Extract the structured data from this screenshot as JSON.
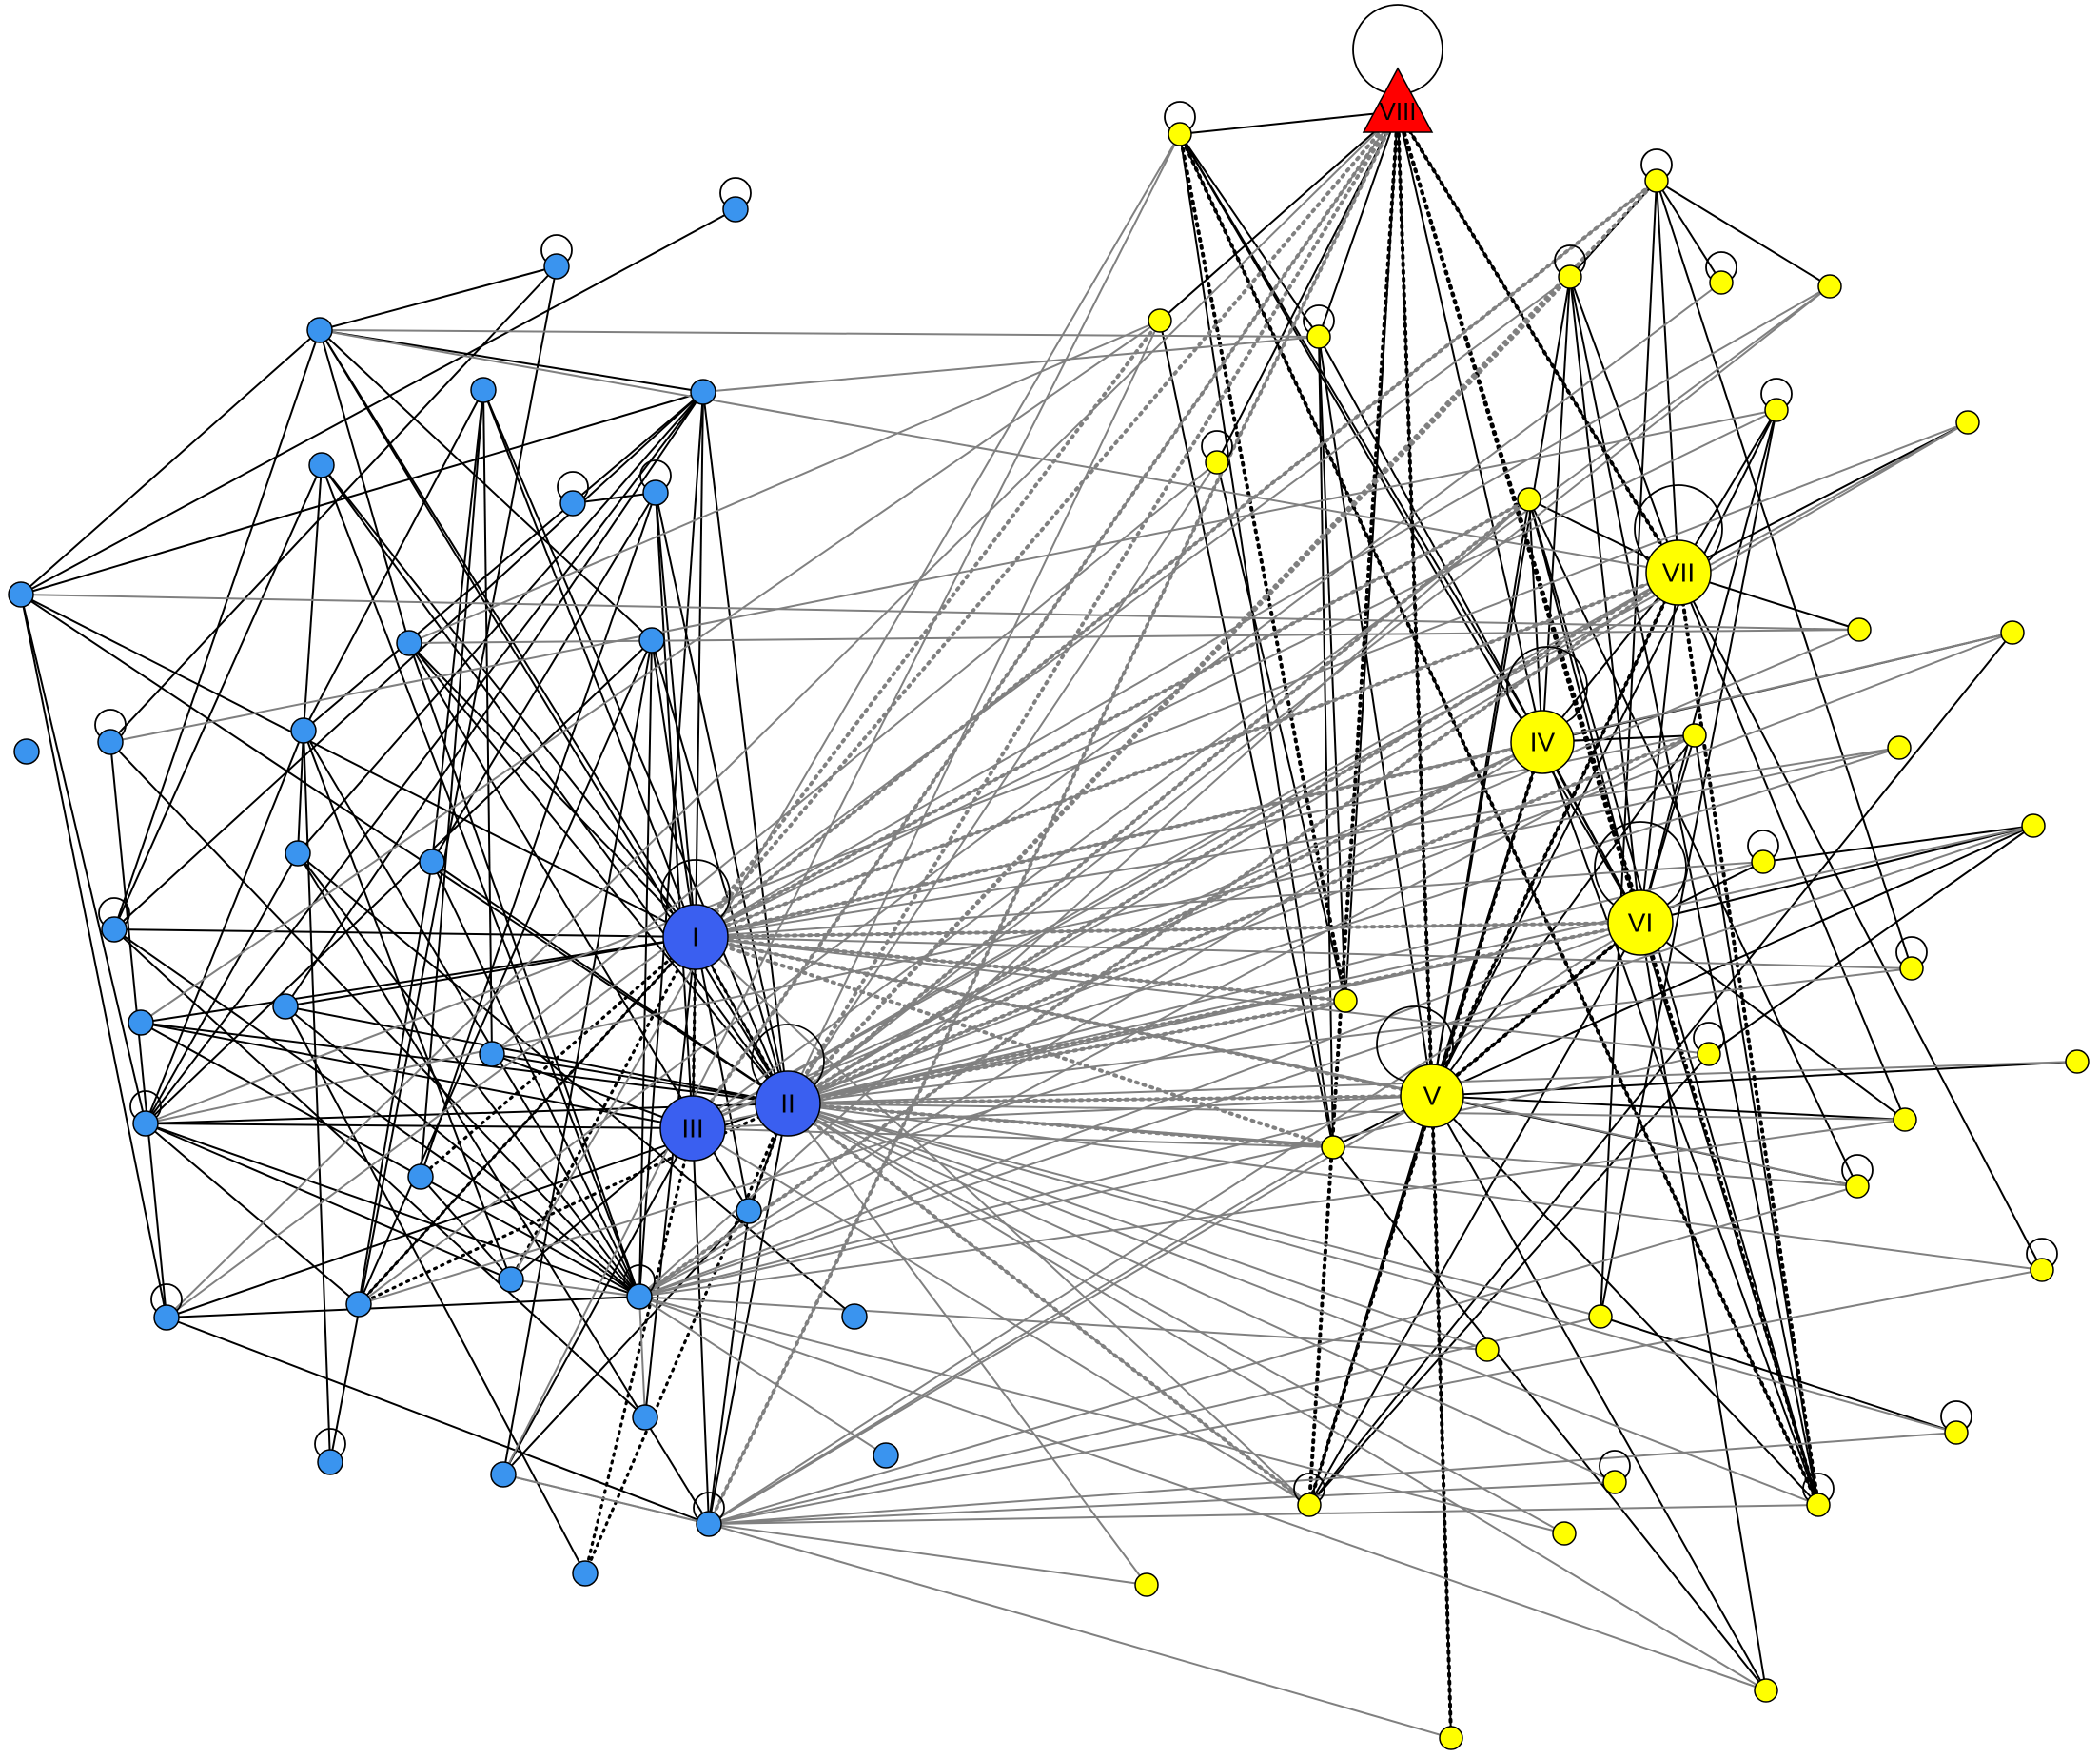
{
  "colors": {
    "blue_group": "#3a94ef",
    "blue_hub": "#3a5ff0",
    "yellow_group": "#ffff00",
    "red_hub": "#ff0000",
    "edge_black": "#000000",
    "edge_gray": "#808080"
  },
  "hubs": [
    {
      "id": "I",
      "label": "I",
      "group": "blue"
    },
    {
      "id": "II",
      "label": "II",
      "group": "blue"
    },
    {
      "id": "III",
      "label": "III",
      "group": "blue"
    },
    {
      "id": "IV",
      "label": "IV",
      "group": "yellow"
    },
    {
      "id": "V",
      "label": "V",
      "group": "yellow"
    },
    {
      "id": "VI",
      "label": "VI",
      "group": "yellow"
    },
    {
      "id": "VII",
      "label": "VII",
      "group": "yellow"
    },
    {
      "id": "VIII",
      "label": "VIII",
      "group": "red",
      "shape": "triangle"
    }
  ],
  "legend_note": ""
}
